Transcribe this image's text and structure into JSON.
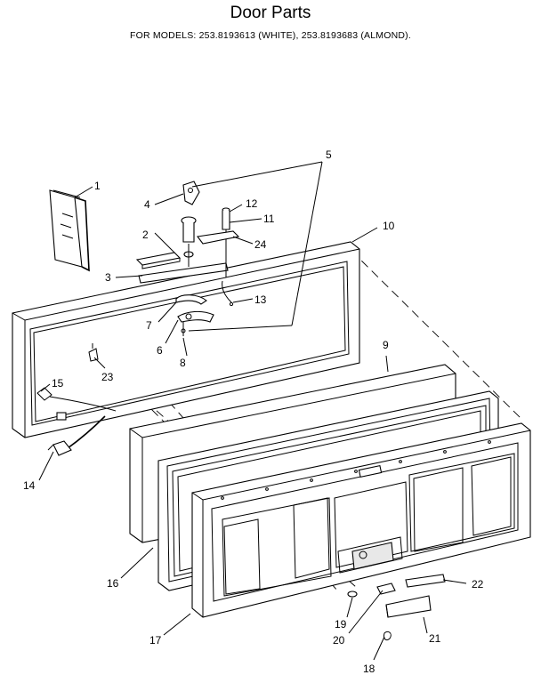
{
  "header": {
    "title": "Door Parts",
    "subtitle": "FOR MODELS:  253.8193613 (WHITE), 253.8193683 (ALMOND)."
  },
  "callouts": [
    {
      "id": "c1",
      "label": "1"
    },
    {
      "id": "c2",
      "label": "2"
    },
    {
      "id": "c3",
      "label": "3"
    },
    {
      "id": "c4",
      "label": "4"
    },
    {
      "id": "c5",
      "label": "5"
    },
    {
      "id": "c6",
      "label": "6"
    },
    {
      "id": "c7",
      "label": "7"
    },
    {
      "id": "c8",
      "label": "8"
    },
    {
      "id": "c9",
      "label": "9"
    },
    {
      "id": "c10",
      "label": "10"
    },
    {
      "id": "c11",
      "label": "11"
    },
    {
      "id": "c12",
      "label": "12"
    },
    {
      "id": "c13",
      "label": "13"
    },
    {
      "id": "c14",
      "label": "14"
    },
    {
      "id": "c15",
      "label": "15"
    },
    {
      "id": "c16",
      "label": "16"
    },
    {
      "id": "c17",
      "label": "17"
    },
    {
      "id": "c18",
      "label": "18"
    },
    {
      "id": "c19",
      "label": "19"
    },
    {
      "id": "c20",
      "label": "20"
    },
    {
      "id": "c21",
      "label": "21"
    },
    {
      "id": "c22",
      "label": "22"
    },
    {
      "id": "c23",
      "label": "23"
    },
    {
      "id": "c24",
      "label": "24"
    }
  ]
}
